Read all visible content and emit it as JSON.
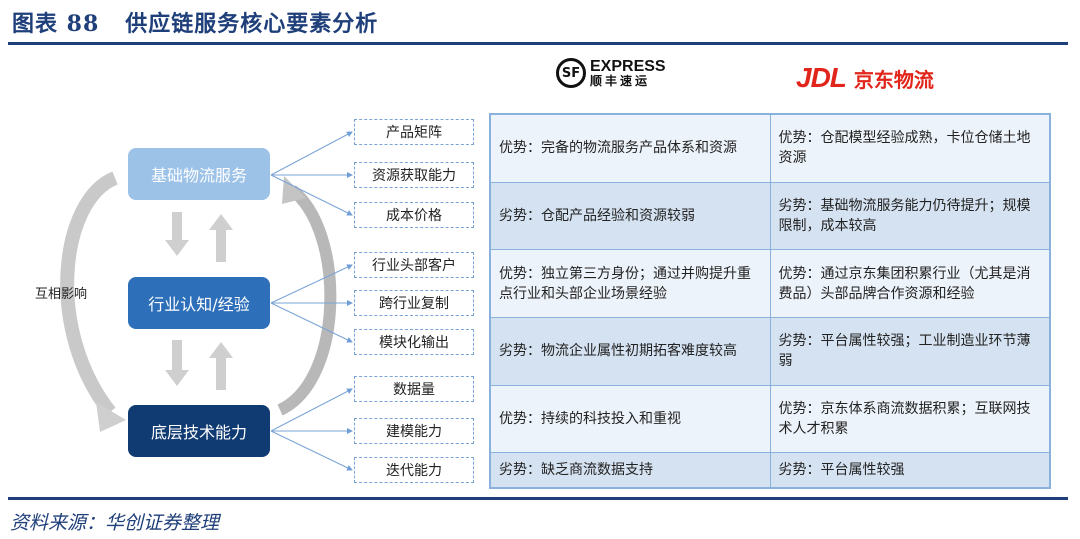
{
  "header": {
    "title": "图表 88   供应链服务核心要素分析"
  },
  "diagram": {
    "mutual_label": "互相影响",
    "nodes": [
      {
        "label": "基础物流服务",
        "color": "#9cc2e8",
        "subs": [
          "产品矩阵",
          "资源获取能力",
          "成本价格"
        ]
      },
      {
        "label": "行业认知/经验",
        "color": "#2e6fba",
        "subs": [
          "行业头部客户",
          "跨行业复制",
          "模块化输出"
        ]
      },
      {
        "label": "底层技术能力",
        "color": "#103a72",
        "subs": [
          "数据量",
          "建模能力",
          "迭代能力"
        ]
      }
    ]
  },
  "logos": {
    "sf": {
      "mark": "SF",
      "en": "EXPRESS",
      "cn": "顺丰速运"
    },
    "jd": {
      "en": "JDL",
      "cn": "京东物流"
    }
  },
  "table": {
    "rows": [
      {
        "type": "adv",
        "sf": "优势：完备的物流服务产品体系和资源",
        "jd": "优势：仓配模型经验成熟，卡位仓储土地资源"
      },
      {
        "type": "dis",
        "sf": "劣势：仓配产品经验和资源较弱",
        "jd": "劣势：基础物流服务能力仍待提升；规模限制，成本较高"
      },
      {
        "type": "adv",
        "sf": "优势：独立第三方身份；通过并购提升重点行业和头部企业场景经验",
        "jd": "优势：通过京东集团积累行业（尤其是消费品）头部品牌合作资源和经验"
      },
      {
        "type": "dis",
        "sf": "劣势：物流企业属性初期拓客难度较高",
        "jd": "劣势：平台属性较强；工业制造业环节薄弱"
      },
      {
        "type": "adv",
        "sf": "优势：持续的科技投入和重视",
        "jd": "优势：京东体系商流数据积累；互联网技术人才积累"
      },
      {
        "type": "dis",
        "sf": "劣势：缺乏商流数据支持",
        "jd": "劣势：平台属性较强"
      }
    ]
  },
  "footer": {
    "source": "资料来源：华创证券整理"
  }
}
